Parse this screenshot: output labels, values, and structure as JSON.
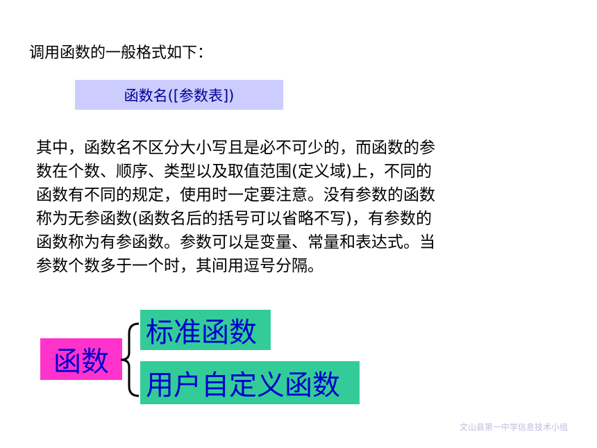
{
  "heading": "调用函数的一般格式如下：",
  "syntax": "函数名([参数表])",
  "paragraph_lines": [
    "其中，函数名不区分大小写且是必不可少的，而函数的参",
    "数在个数、顺序、类型以及取值范围(定义域)上，不同的",
    "函数有不同的规定，使用时一定要注意。没有参数的函数",
    "称为无参函数(函数名后的括号可以省略不写)，有参数的",
    "函数称为有参函数。参数可以是变量、常量和表达式。当",
    "参数个数多于一个时，其间用逗号分隔。"
  ],
  "diagram": {
    "root": "函数",
    "branches": [
      "标准函数",
      "用户自定义函数"
    ]
  },
  "footer": "文山县第一中学信息技术小组",
  "colors": {
    "syntax_bg": "#ccccff",
    "syntax_text": "#000099",
    "root_bg": "#ff33cc",
    "branch_bg": "#33cc99",
    "diagram_text": "#0000cc"
  }
}
